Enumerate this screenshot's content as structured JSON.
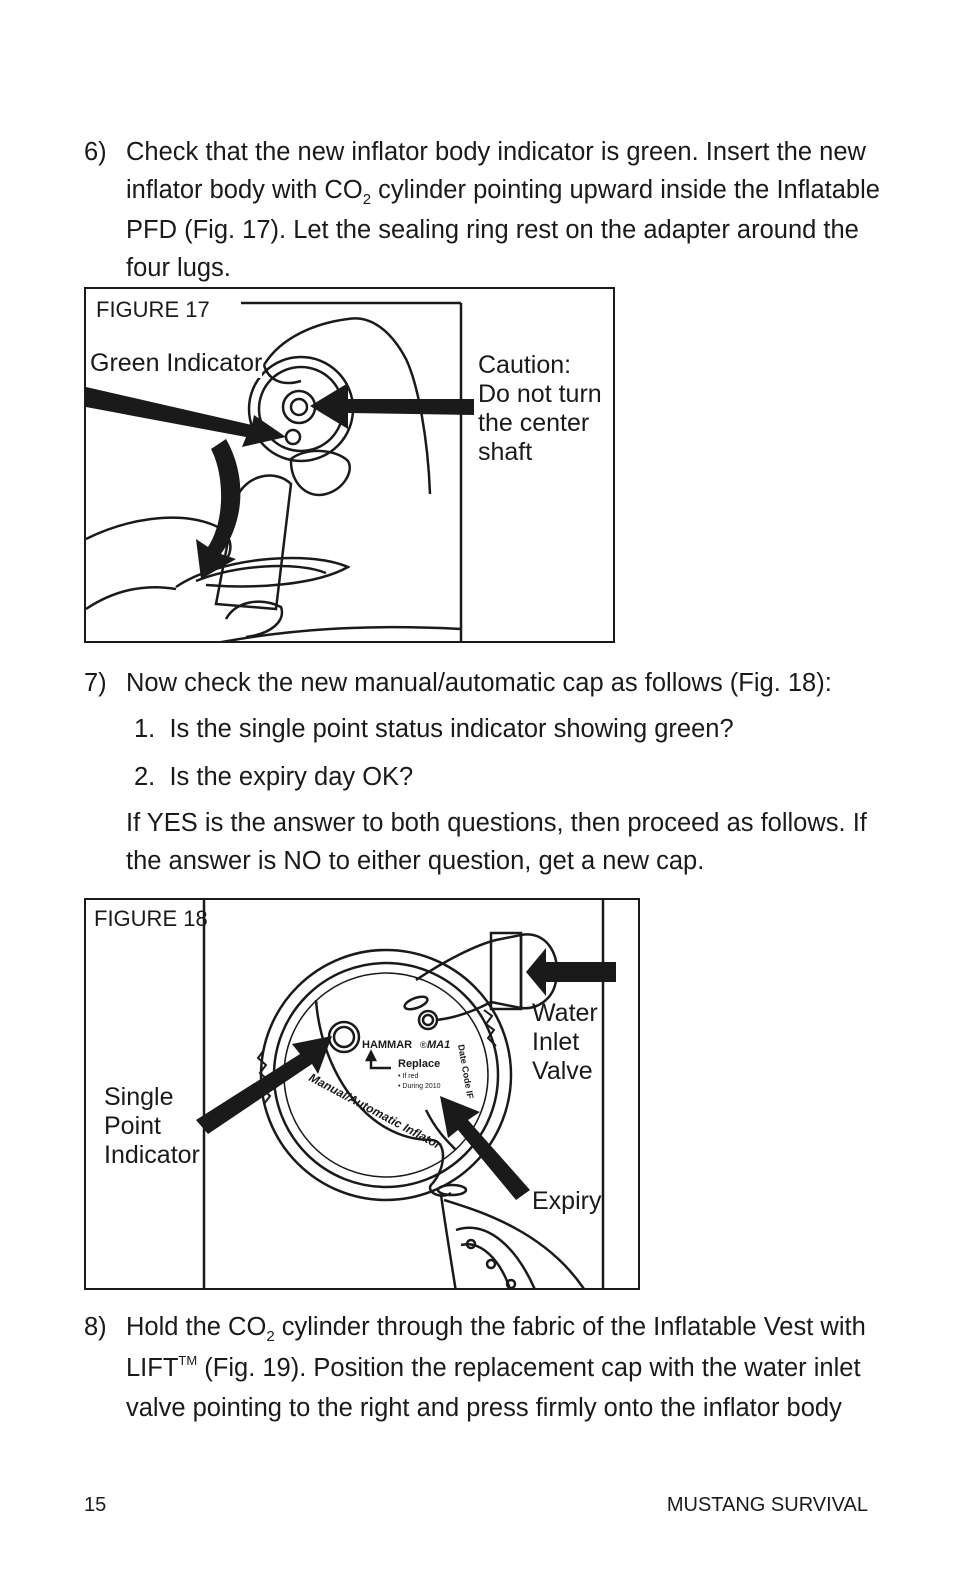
{
  "step6": {
    "number": "6)",
    "text_a": "Check that the new inflator body indicator is green. Insert the new inflator body with CO",
    "sub": "2",
    "text_b": " cylinder pointing upward inside the Inflatable PFD (Fig. 17). Let the sealing ring rest on the adapter around the four lugs."
  },
  "figure17": {
    "label": "FIGURE 17",
    "green_indicator": "Green Indicator",
    "caution_lines": [
      "Caution:",
      "Do not turn",
      "the center",
      "shaft"
    ]
  },
  "step7": {
    "number": "7)",
    "text": "Now check the new manual/automatic cap as follows (Fig. 18):",
    "items": [
      {
        "number": "1.",
        "text": "Is the single point status indicator showing green?"
      },
      {
        "number": "2.",
        "text": "Is the expiry day OK?"
      }
    ],
    "note": "If YES is the answer to both questions, then proceed as follows. If the answer is NO to either question, get a new cap."
  },
  "figure18": {
    "label": "FIGURE 18",
    "single_point_lines": [
      "Single",
      "Point",
      "Indicator"
    ],
    "water_inlet_lines": [
      "Water",
      "Inlet",
      "Valve"
    ],
    "expiry": "Expiry",
    "brand": "HAMMAR",
    "brand_sup": "®",
    "model": "MA1",
    "replace": "Replace",
    "if_red": "• If red",
    "during": "• During 2010",
    "ring_text": "Manual/Automatic Inflator",
    "side_text": "Date Code IF"
  },
  "step8": {
    "number": "8)",
    "text_a": "Hold the CO",
    "sub": "2",
    "text_b": " cylinder through the fabric of the Inflatable Vest with LIFT",
    "sup": "TM",
    "text_c": " (Fig. 19). Position the replacement cap with the water inlet valve pointing to the right and press firmly onto the inflator body"
  },
  "footer": {
    "page_number": "15",
    "brand": "MUSTANG SURVIVAL"
  }
}
